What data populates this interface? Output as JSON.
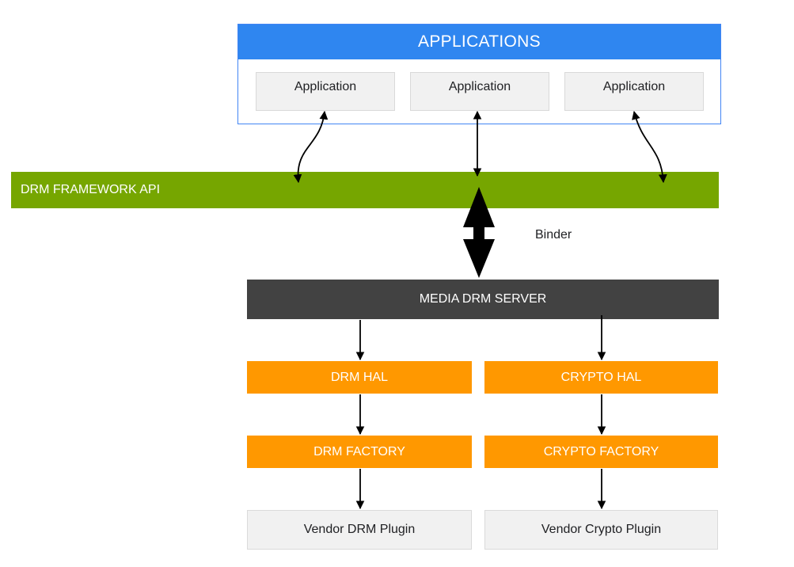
{
  "applications": {
    "header": "APPLICATIONS",
    "items": [
      {
        "label": "Application"
      },
      {
        "label": "Application"
      },
      {
        "label": "Application"
      }
    ]
  },
  "framework": {
    "label": "DRM FRAMEWORK API"
  },
  "binder": {
    "label": "Binder"
  },
  "media_server": {
    "label": "MEDIA DRM SERVER"
  },
  "drm_path": {
    "hal": "DRM HAL",
    "factory": "DRM FACTORY",
    "plugin": "Vendor DRM Plugin"
  },
  "crypto_path": {
    "hal": "CRYPTO HAL",
    "factory": "CRYPTO FACTORY",
    "plugin": "Vendor Crypto Plugin"
  },
  "colors": {
    "applications_header": "#2f86f0",
    "framework": "#76a600",
    "media_server": "#424242",
    "hal_factory": "#ff9800",
    "box_fill": "#f1f1f1"
  }
}
